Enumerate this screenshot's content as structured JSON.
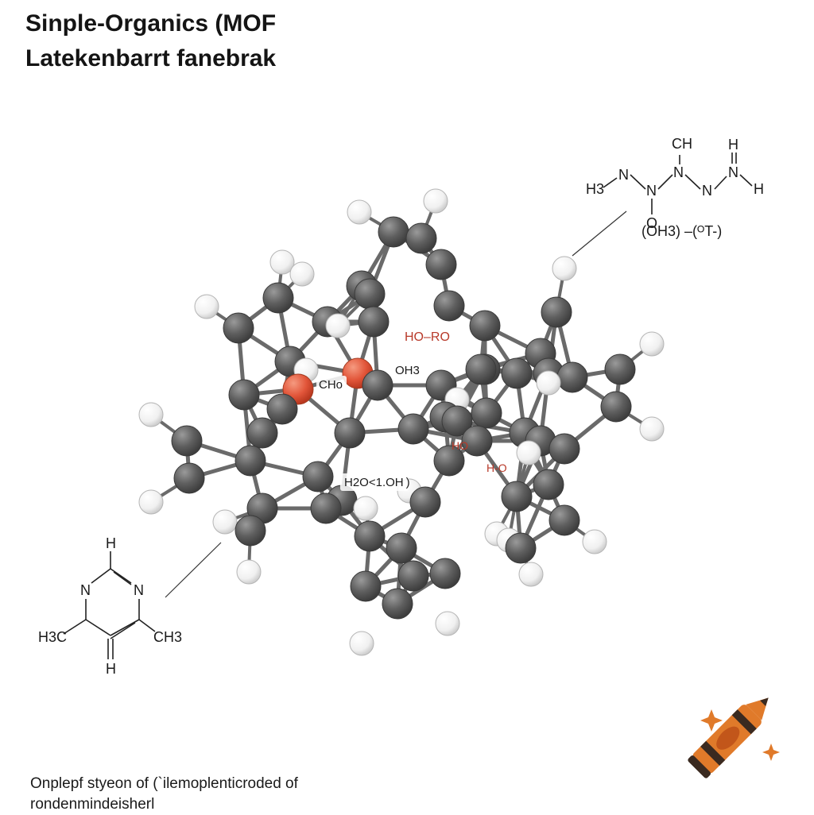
{
  "title": {
    "line1": "Sinple-Organics (MOF",
    "line2": "Latekenbarrt fanebrak"
  },
  "caption": {
    "line1": "Onplepf styeon of (`ilemoplenticroded of",
    "line2": "rondenmindeisherl"
  },
  "molecule_labels": {
    "ho_ro": "HO–RO",
    "cho": "CHo",
    "oh3": "OH3",
    "h2o": "H2O<1.OH )",
    "oho_left": "HO",
    "oho_right": "H-O"
  },
  "right_structure": {
    "ch": "CH",
    "h_top": "H",
    "h3": "H3",
    "n1": "N",
    "n2": "N",
    "n3": "N",
    "n4": "N",
    "n5": "N",
    "h_right": "H",
    "o": "O",
    "bottom": "(OH3) –(ᴼT-)"
  },
  "left_structure": {
    "h_top": "H",
    "n_left": "N",
    "n_right": "N",
    "h3c": "H3C",
    "ch3": "CH3",
    "h_bottom": "H"
  },
  "colors": {
    "carbon": "#5f5f5f",
    "hydrogen": "#f7f7f7",
    "oxygen": "#e2563a",
    "bond": "#6a6a6a",
    "logo_orange": "#e07a2a"
  },
  "icons": {
    "logo": "crayon-icon",
    "sparkle": "sparkle-icon"
  }
}
